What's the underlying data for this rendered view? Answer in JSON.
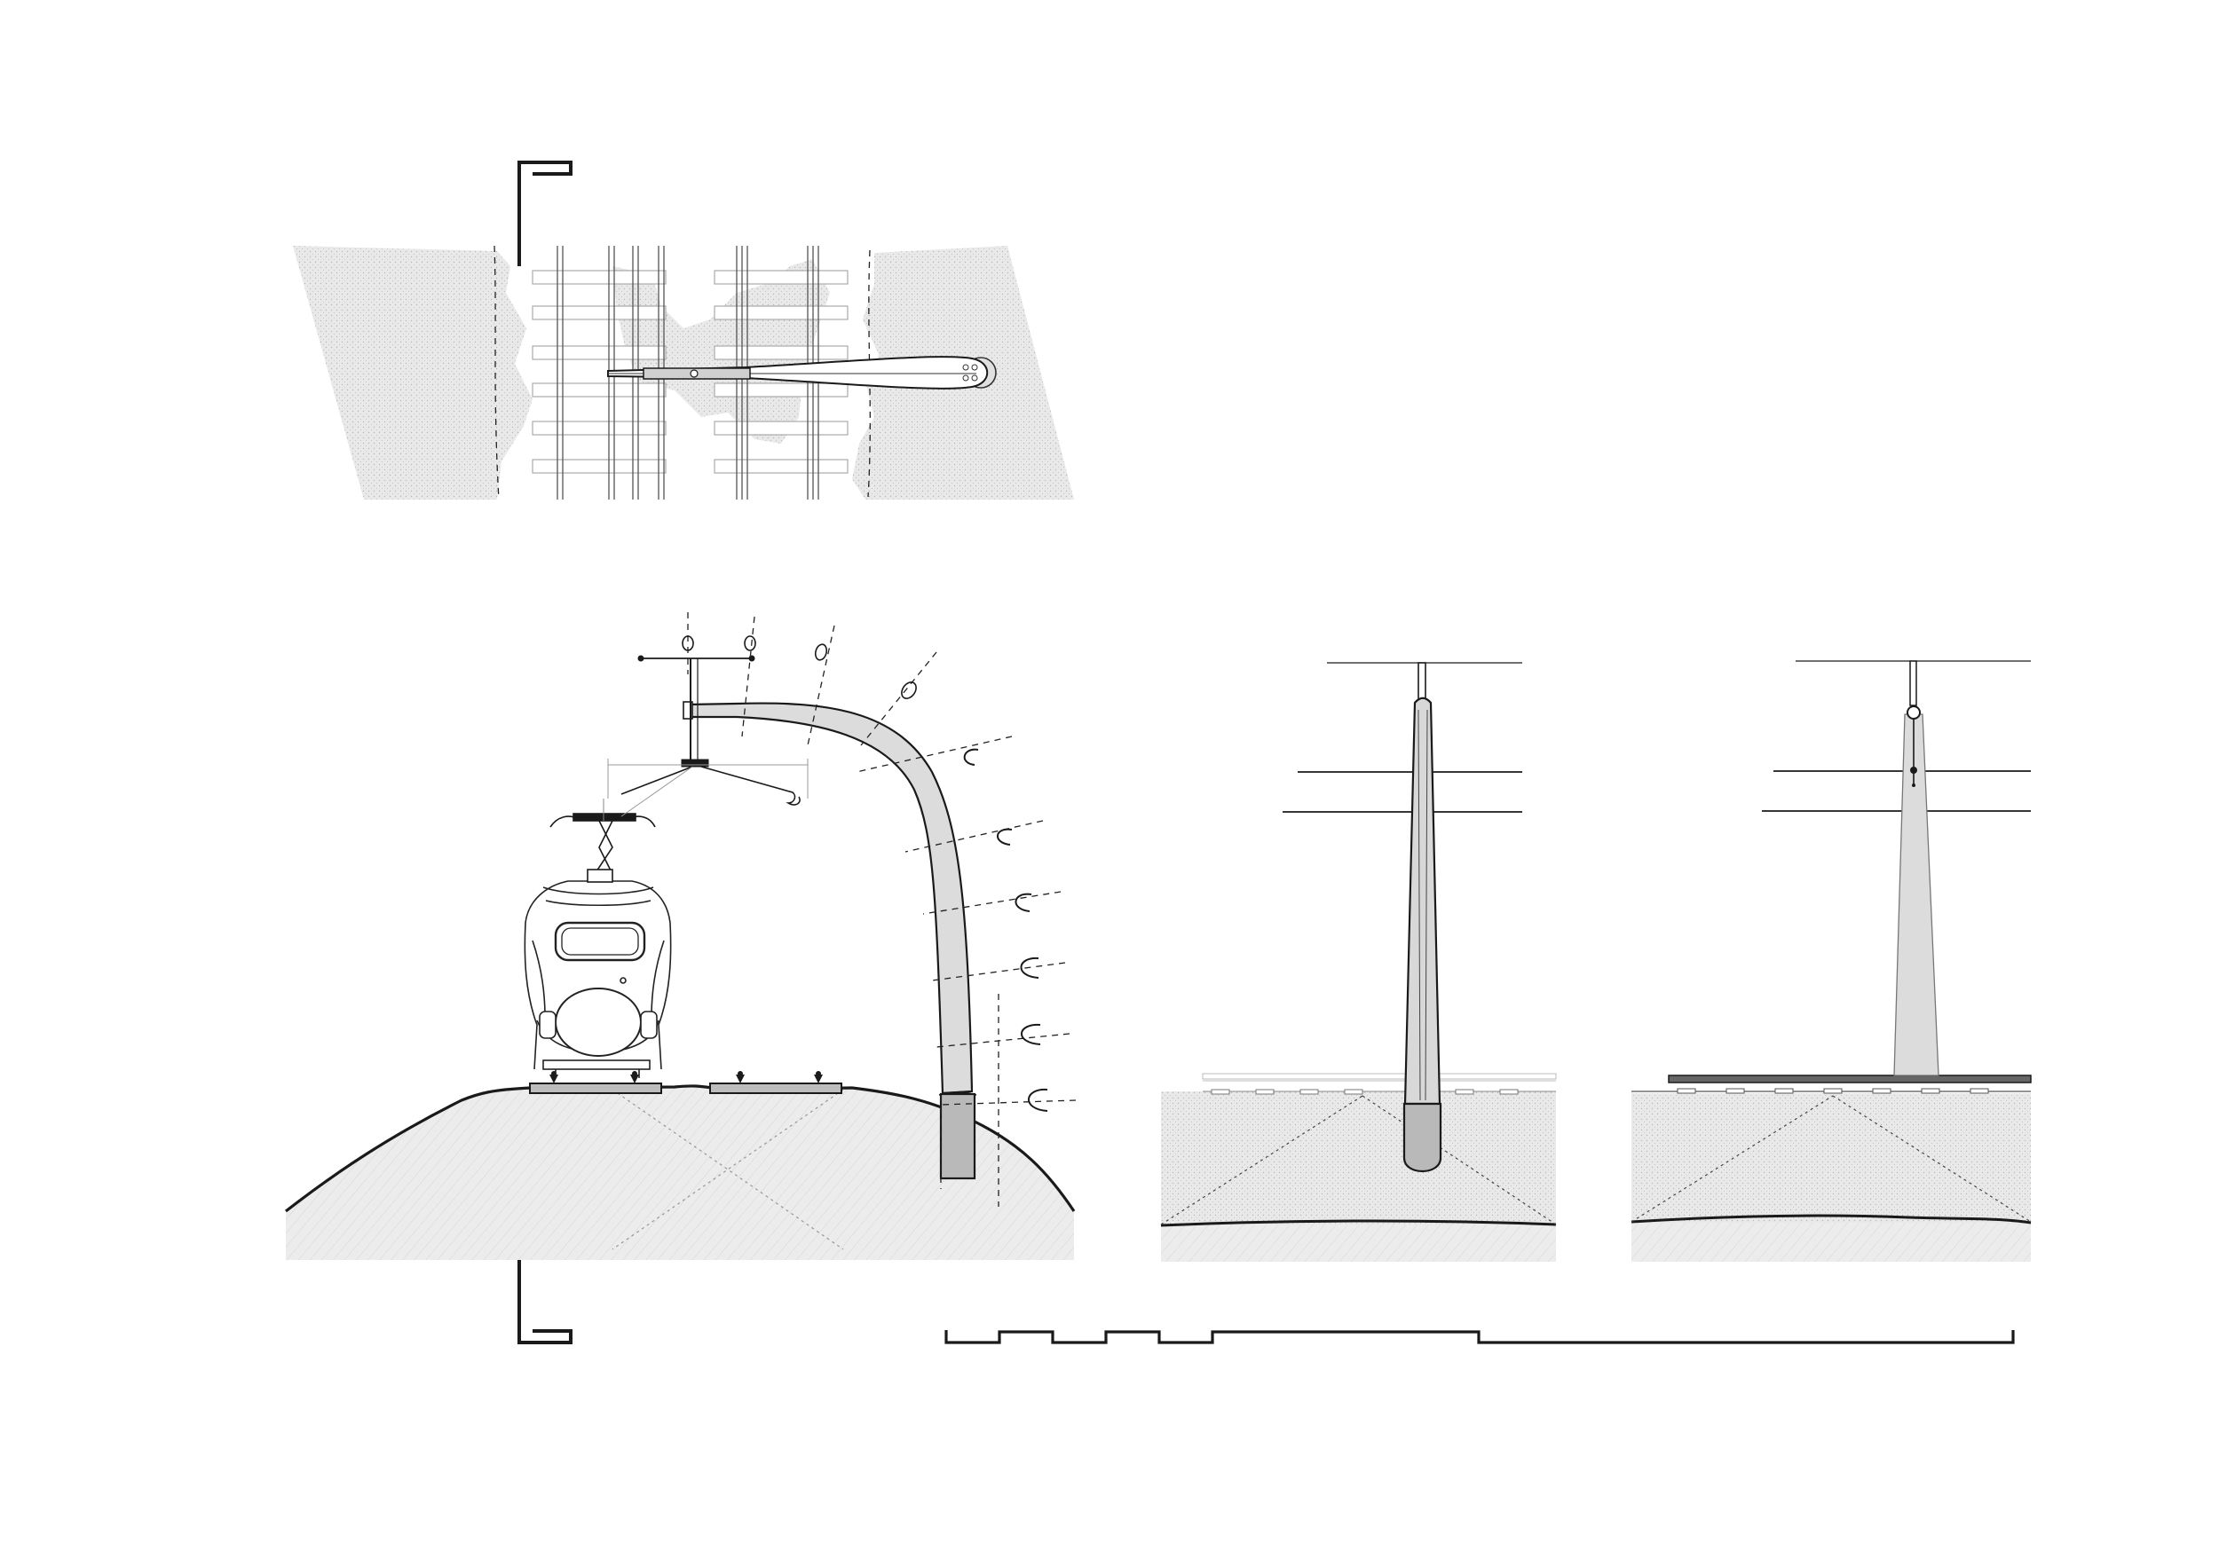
{
  "page": {
    "background": "#ffffff",
    "ink_color": "#1a1a1a",
    "ground_fill": "#e4e4e4",
    "mast_fill": "#d9d9d9",
    "footing_fill": "#b9b9b9"
  },
  "views": [
    {
      "id": "plan",
      "kind": "plan view of curved mast over double track"
    },
    {
      "id": "cross-section",
      "kind": "cross section: curved cantilever mast, train on embankment, catenary positions"
    },
    {
      "id": "front-elevation",
      "kind": "elevation of mast with overhead wires"
    },
    {
      "id": "side-elevation",
      "kind": "elevation of mast, alternate arrangement"
    }
  ],
  "section_marker": {
    "label": ""
  },
  "scale_bar": {
    "segments": 8,
    "label": ""
  },
  "cable_positions": {
    "count": 9
  }
}
